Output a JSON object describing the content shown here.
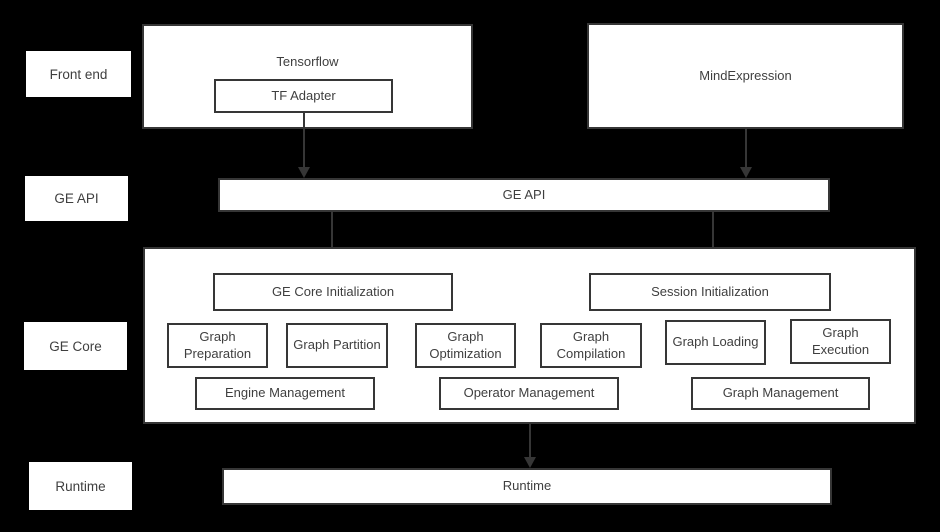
{
  "diagram": {
    "row_labels": {
      "front_end": "Front end",
      "ge_api": "GE API",
      "ge_core": "GE Core",
      "runtime": "Runtime"
    },
    "front_end": {
      "tensorflow": "Tensorflow",
      "tf_adapter": "TF Adapter",
      "mind_expression": "MindExpression"
    },
    "ge_api_bar": "GE API",
    "ge_core": {
      "ge_core_initialization": "GE Core Initialization",
      "session_initialization": "Session Initialization",
      "modules": [
        "Graph Preparation",
        "Graph Partition",
        "Graph Optimization",
        "Graph Compilation",
        "Graph Loading",
        "Graph Execution"
      ],
      "management": [
        "Engine Management",
        "Operator Management",
        "Graph Management"
      ]
    },
    "runtime_bar": "Runtime",
    "colors": {
      "background": "#000000",
      "box_fill": "#ffffff",
      "box_border": "#363636",
      "text": "#3f3f3f",
      "arrow": "#363636"
    }
  }
}
